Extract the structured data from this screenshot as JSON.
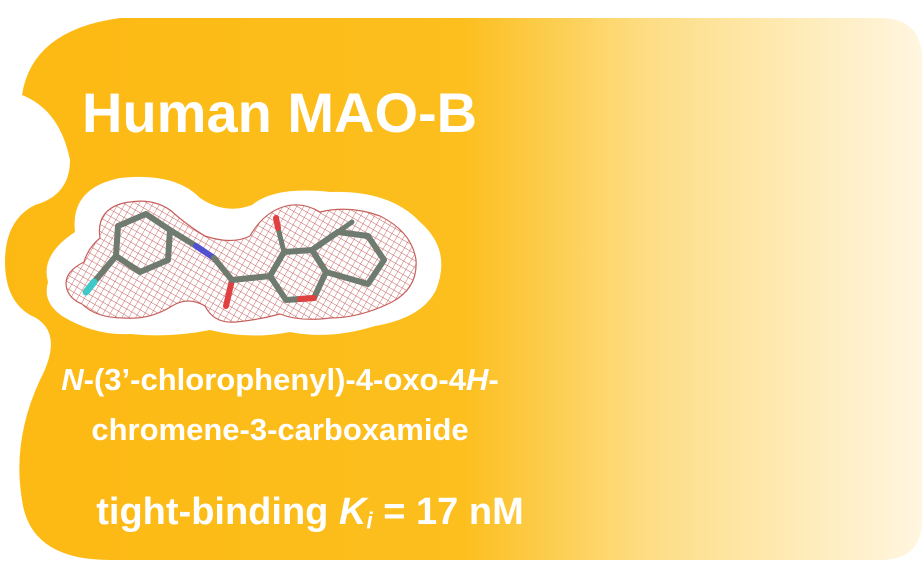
{
  "title": "Human MAO-B",
  "compound": {
    "line1_prefix": "N",
    "line1_middle": "-(3’-chlorophenyl)-4-oxo-4",
    "line1_h": "H",
    "line1_suffix": "-",
    "line2": "chromene-3-carboxamide"
  },
  "binding": {
    "prefix": "tight-binding ",
    "k_symbol": "K",
    "k_subscript": "i",
    "value": " = 17 nM"
  },
  "colors": {
    "panel_gold": "#FDB913",
    "panel_fade": "#FFF3D6",
    "text": "#FFFFFF",
    "density_mesh": "#C0504D",
    "bond_gray": "#6E7B6E",
    "chlorine": "#3FC8C8",
    "oxygen": "#E04040",
    "nitrogen": "#5050D0"
  },
  "icons": [
    "electron-density-mesh",
    "molecule-structure"
  ]
}
